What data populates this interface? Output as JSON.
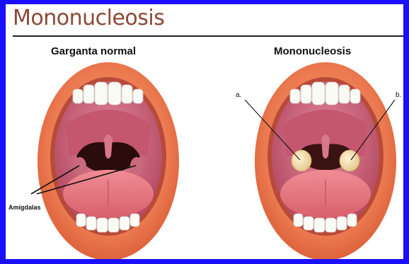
{
  "title": "Mononucleosis",
  "panels": {
    "normal": {
      "label": "Garganta normal",
      "annotation": "Amígdalas"
    },
    "mono": {
      "label": "Mononucleosis",
      "marker_a": "a.",
      "marker_b": "b."
    }
  },
  "colors": {
    "frame": "#1a10ff",
    "title": "#8a4a35",
    "lip": "#ec7a50",
    "mouth_interior": "#d2607a",
    "tongue": "#e77e88",
    "throat": "#2a0c0c",
    "swollen_tonsil": "#f0d9a8"
  }
}
